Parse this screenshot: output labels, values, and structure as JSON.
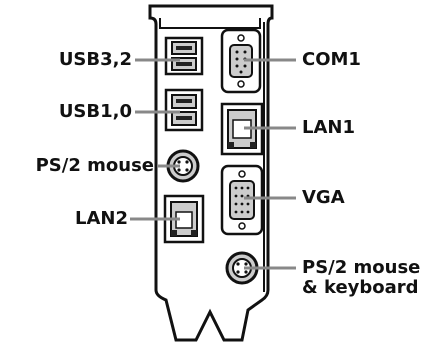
{
  "labels": {
    "usb32": "USB3,2",
    "usb10": "USB1,0",
    "ps2_mouse": "PS/2 mouse",
    "lan2": "LAN2",
    "com1": "COM1",
    "lan1": "LAN1",
    "vga": "VGA",
    "ps2_combo_line1": "PS/2 mouse",
    "ps2_combo_line2": "& keyboard"
  },
  "colors": {
    "outline": "#111111",
    "fill": "#ffffff",
    "leader": "#888888",
    "port_dark": "#222222",
    "port_grey": "#cccccc"
  }
}
